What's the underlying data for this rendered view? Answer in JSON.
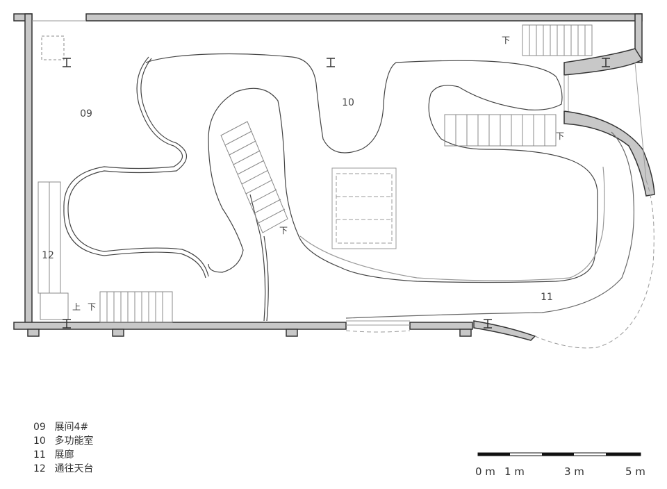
{
  "rooms": {
    "r09": "09",
    "r10": "10",
    "r11": "11",
    "r12": "12"
  },
  "stair_marks": {
    "down": "下",
    "up": "上"
  },
  "legend": [
    {
      "num": "09",
      "text": "展间4#"
    },
    {
      "num": "10",
      "text": "多功能室"
    },
    {
      "num": "11",
      "text": "展廊"
    },
    {
      "num": "12",
      "text": "通往天台"
    }
  ],
  "scale_bar": {
    "labels": [
      "0 m",
      "1 m",
      "3 m",
      "5 m"
    ]
  },
  "colors": {
    "wall_fill": "#c8c8c8",
    "line": "#333333",
    "thin": "#888888"
  }
}
